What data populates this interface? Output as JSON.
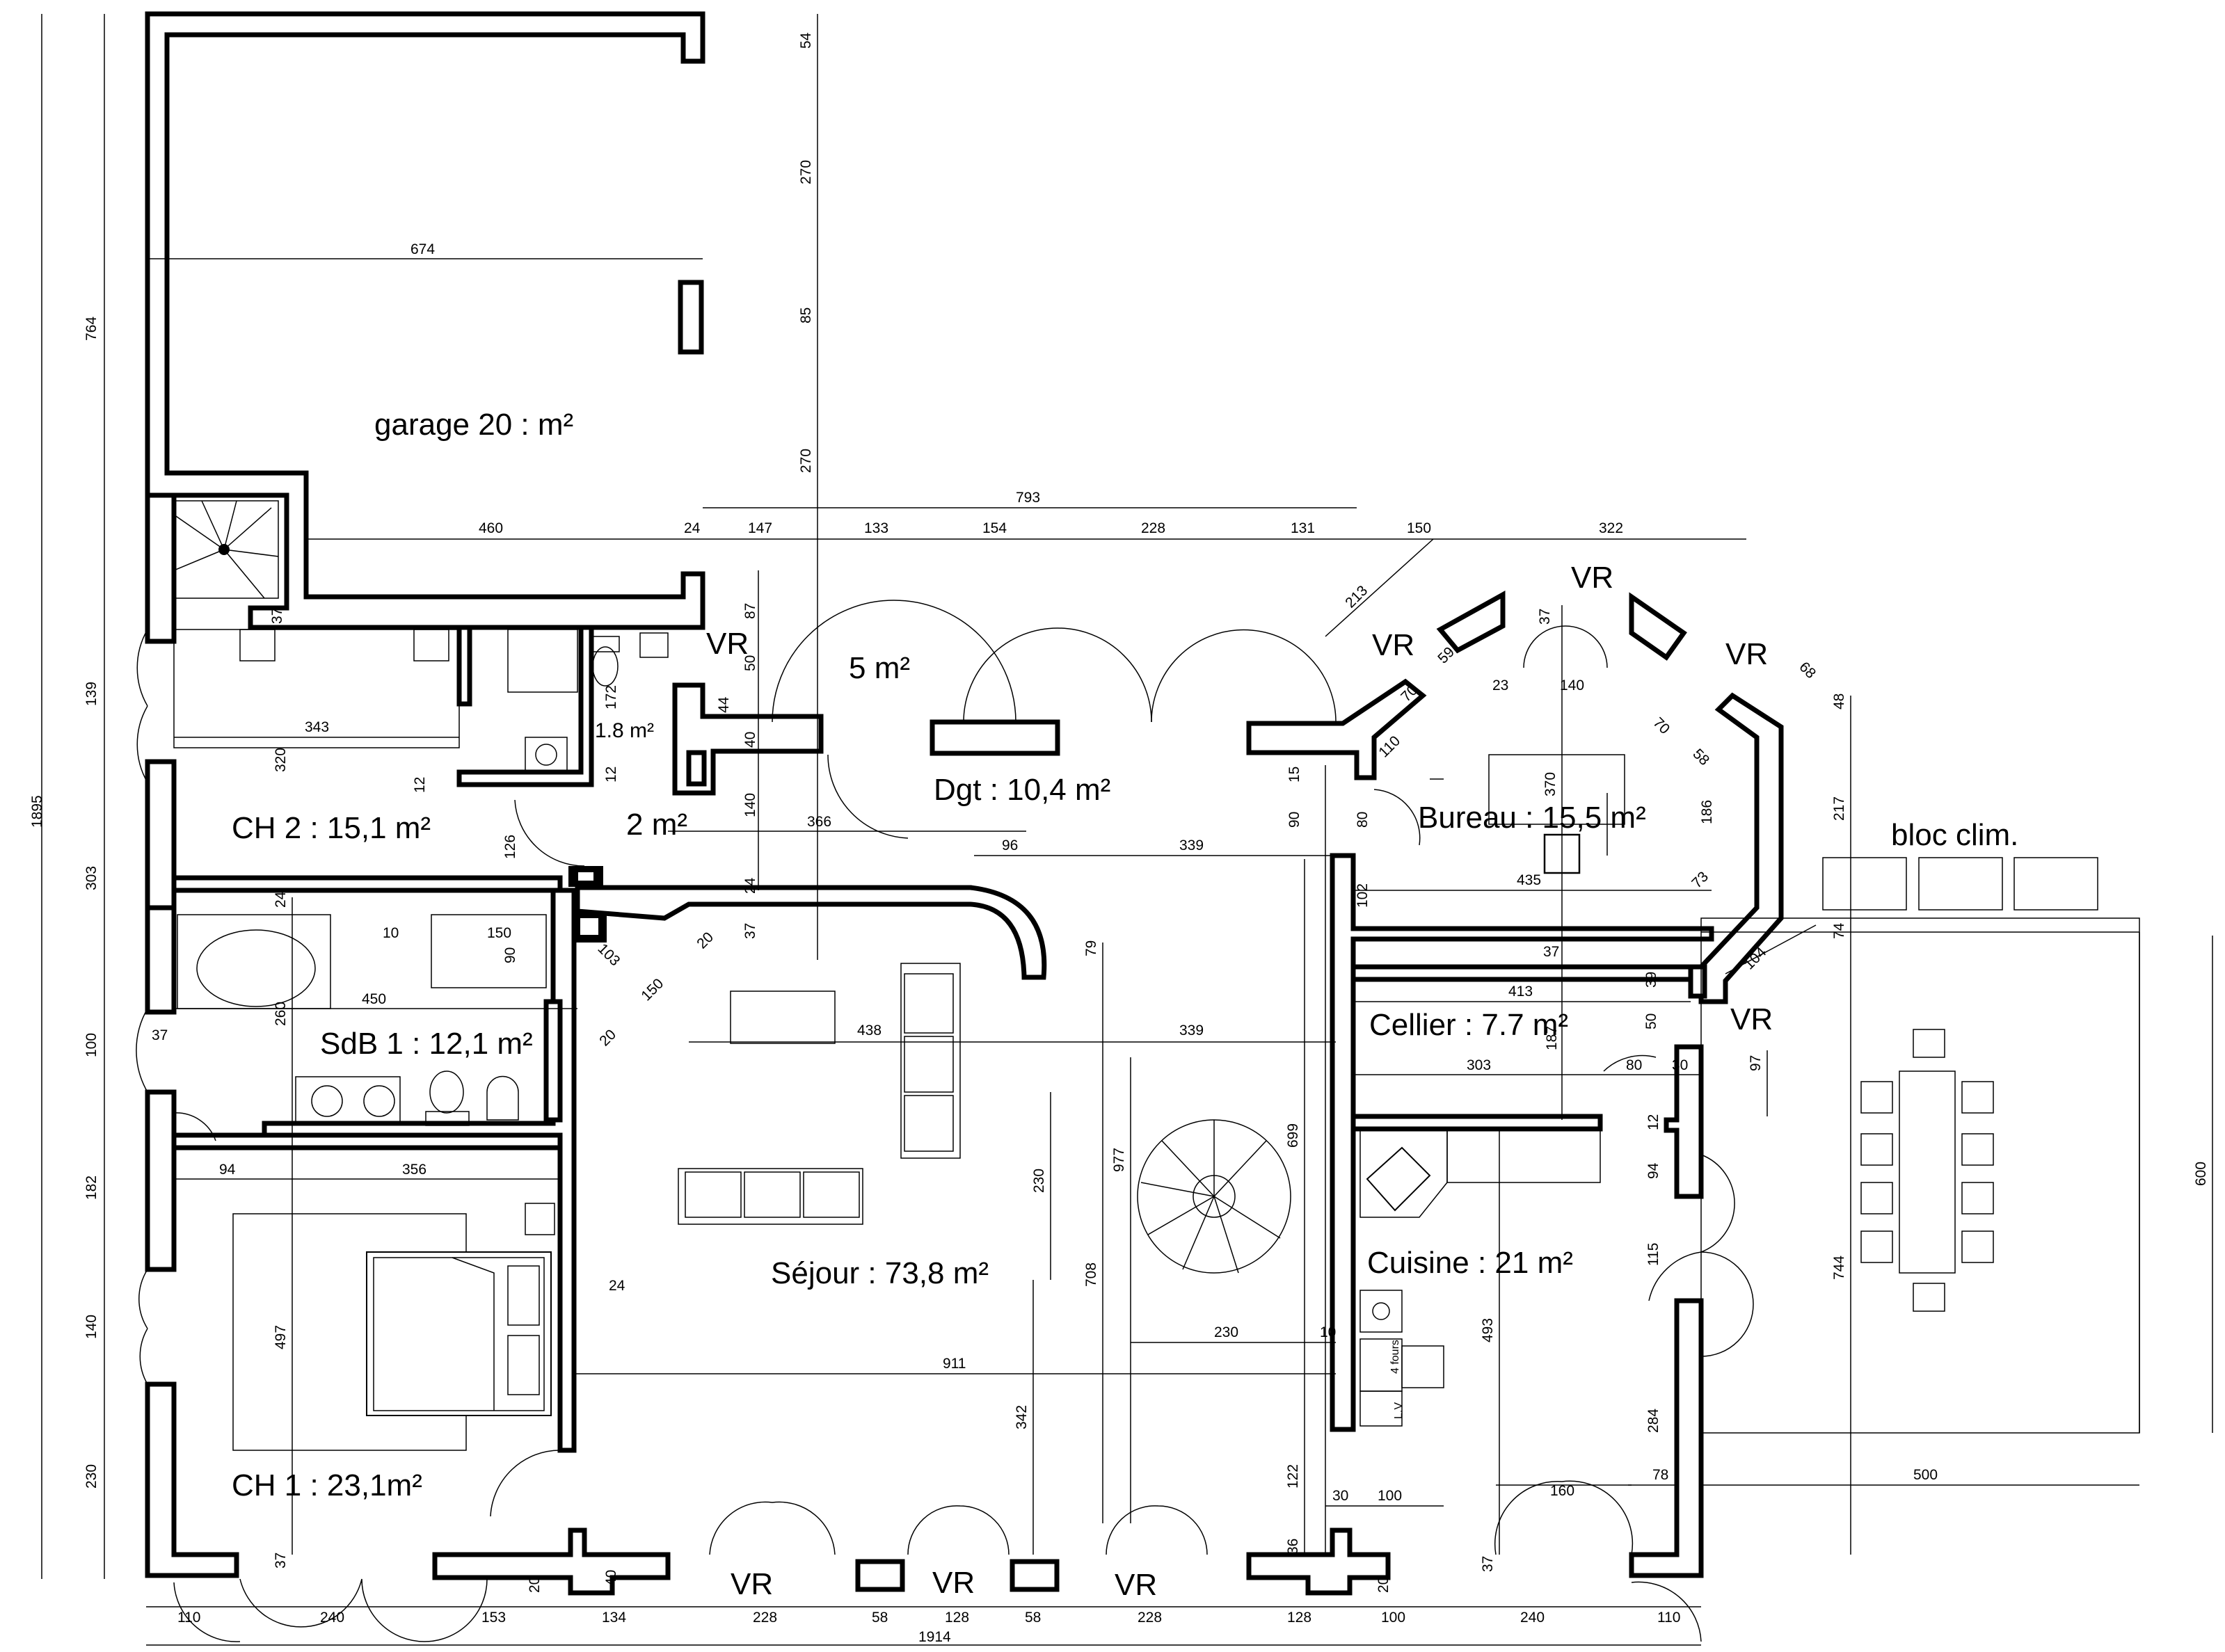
{
  "rooms": {
    "garage": "garage 20 : m²",
    "small_5": "5 m²",
    "wc_1_8": "1.8 m²",
    "dgt": "Dgt : 10,4 m²",
    "bureau": "Bureau : 15,5 m²",
    "ch2": "CH 2 : 15,1 m²",
    "small_2": "2 m²",
    "bloc_clim": "bloc clim.",
    "sdb1": "SdB 1 : 12,1 m²",
    "cellier": "Cellier : 7.7 m²",
    "sejour": "Séjour : 73,8 m²",
    "cuisine": "Cuisine : 21 m²",
    "ch1": "CH 1 : 23,1m²",
    "four": "4 fours",
    "lv": "L.V"
  },
  "vr_labels": [
    "VR",
    "VR",
    "VR",
    "VR",
    "VR",
    "VR",
    "VR",
    "VR"
  ],
  "dimensions": {
    "d674": "674",
    "d764": "764",
    "d1895": "1895",
    "d54": "54",
    "d270a": "270",
    "d85": "85",
    "d270b": "270",
    "d793": "793",
    "d460": "460",
    "d24a": "24",
    "d147": "147",
    "d133": "133",
    "d154": "154",
    "d228a": "228",
    "d131": "131",
    "d150a": "150",
    "d322": "322",
    "d213": "213",
    "d37a": "37",
    "d87": "87",
    "d50a": "50",
    "d44": "44",
    "d40a": "40",
    "d172": "172",
    "d12a": "12",
    "d12b": "12",
    "d343": "343",
    "d320": "320",
    "d139": "139",
    "d303": "303",
    "d366": "366",
    "d140a": "140",
    "d126": "126",
    "d24b": "24",
    "d37b": "37",
    "d23": "23",
    "d140b": "140",
    "d59": "59",
    "d70a": "70",
    "d110a": "110",
    "d70b": "70",
    "d58": "58",
    "d370": "370",
    "d15": "15",
    "d90a": "90",
    "d80a": "80",
    "d186": "186",
    "d96": "96",
    "d339a": "339",
    "d435": "435",
    "d73": "73",
    "d102": "102",
    "d68": "68",
    "d48": "48",
    "d217": "217",
    "d74": "74",
    "d104": "104",
    "d10": "10",
    "d150b": "150",
    "d90b": "90",
    "d24c": "24",
    "d37c": "37",
    "d20a": "20",
    "d103": "103",
    "d150c": "150",
    "d20b": "20",
    "d79": "79",
    "d450": "450",
    "d260": "260",
    "d413": "413",
    "d39": "39",
    "d50b": "50",
    "d37d": "37",
    "d187": "187",
    "d438": "438",
    "d339b": "339",
    "d303b": "303",
    "d80b": "80",
    "d30a": "30",
    "d97": "97",
    "d100": "100",
    "d37e": "37",
    "d94a": "94",
    "d356": "356",
    "d182": "182",
    "d12c": "12",
    "d94b": "94",
    "d230a": "230",
    "d977": "977",
    "d699": "699",
    "d600": "600",
    "d24d": "24",
    "d115": "115",
    "d744": "744",
    "d708": "708",
    "d140c": "140",
    "d497": "497",
    "d911": "911",
    "d230b": "230",
    "d10b": "10",
    "d493": "493",
    "d342": "342",
    "d284": "284",
    "d230c": "230",
    "d500": "500",
    "d122": "122",
    "d30b": "30",
    "d100b": "100",
    "d160": "160",
    "d78": "78",
    "d36": "36",
    "d37f": "37",
    "d40b": "40",
    "d20c": "20",
    "d20d": "20",
    "d37g": "37",
    "d110b": "110",
    "d240a": "240",
    "d153": "153",
    "d134": "134",
    "d228b": "228",
    "d58b": "58",
    "d128a": "128",
    "d58c": "58",
    "d228c": "228",
    "d128b": "128",
    "d100c": "100",
    "d240b": "240",
    "d110c": "110",
    "d1914": "1914"
  }
}
